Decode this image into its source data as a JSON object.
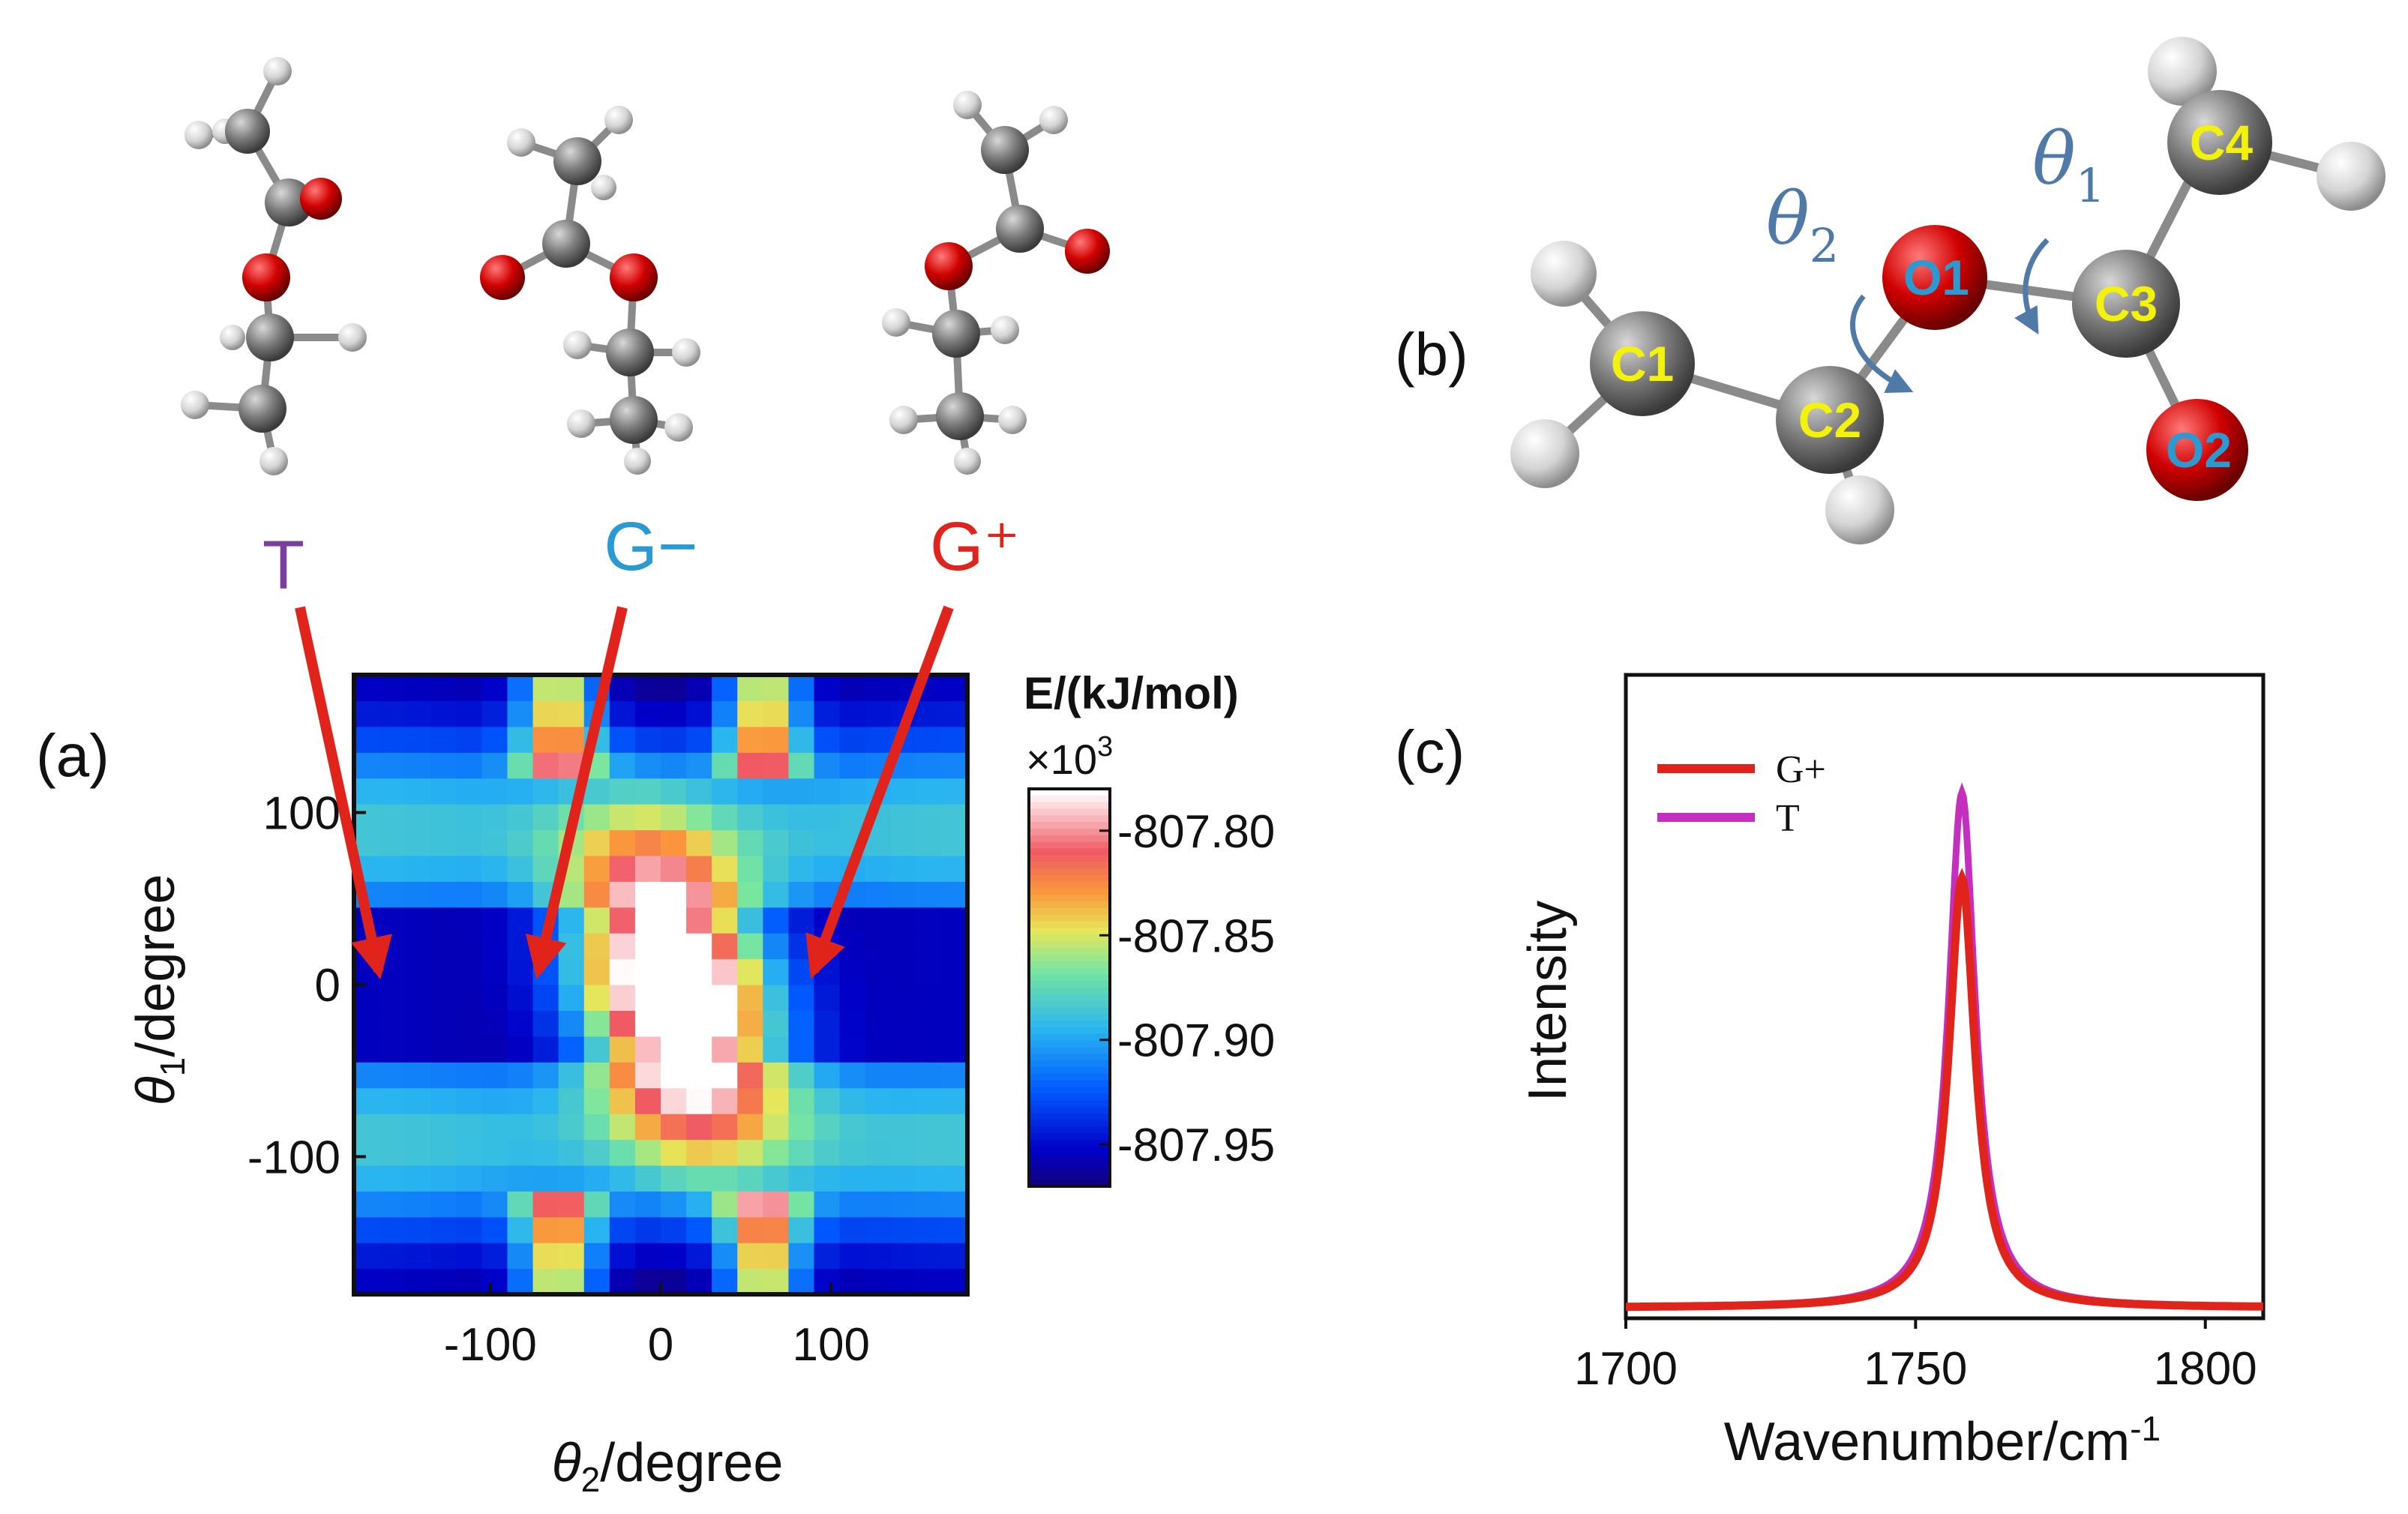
{
  "panels": {
    "a": "(a)",
    "b": "(b)",
    "c": "(c)"
  },
  "conformers": [
    {
      "label": "T",
      "color": "#7a3f9d"
    },
    {
      "label": "G−",
      "color": "#2a9bd2"
    },
    {
      "label": "G⁺",
      "color": "#e0241b"
    }
  ],
  "molecule_b": {
    "atoms": [
      "C1",
      "C2",
      "O1",
      "C3",
      "O2",
      "C4"
    ],
    "theta1": "θ1",
    "theta2": "θ2",
    "label_color": "#f2f20a",
    "oxygen_label_color": "#2a9bd2",
    "theta_color": "#4f79a6"
  },
  "chart_data": [
    {
      "type": "heatmap",
      "xlabel": "θ2/degree",
      "ylabel": "θ1/degree",
      "xlim": [
        -180,
        180
      ],
      "ylim": [
        -180,
        180
      ],
      "xticks": [
        -100,
        0,
        100
      ],
      "yticks": [
        100,
        0,
        -100
      ],
      "xtick_labels": [
        "-100",
        "0",
        "100"
      ],
      "ytick_labels": [
        "100",
        "0",
        "-100"
      ],
      "colorbar": {
        "title": "E/(kJ/mol)",
        "multiplier": "×10",
        "multiplier_exp": "3",
        "range": [
          -807.97,
          -807.78
        ],
        "ticks": [
          -807.8,
          -807.85,
          -807.9,
          -807.95
        ],
        "tick_labels": [
          "-807.80",
          "-807.85",
          "-807.90",
          "-807.95"
        ]
      },
      "markers": [
        {
          "name": "T",
          "theta2": -165,
          "theta1": 5
        },
        {
          "name": "G−",
          "theta2": -75,
          "theta1": 5
        },
        {
          "name": "G⁺",
          "theta2": 90,
          "theta1": 5
        }
      ]
    },
    {
      "type": "line",
      "xlabel": "Wavenumber/cm",
      "xlabel_sup": "-1",
      "ylabel": "Intensity",
      "xlim": [
        1700,
        1810
      ],
      "xticks": [
        1700,
        1750,
        1800
      ],
      "xtick_labels": [
        "1700",
        "1750",
        "1800"
      ],
      "legend_position": "top-left",
      "series": [
        {
          "name": "G+",
          "color": "#e0241b",
          "center": 1758,
          "hwhm": 2.8,
          "peak": 0.7
        },
        {
          "name": "T",
          "color": "#c42fbf",
          "center": 1758,
          "hwhm": 2.8,
          "peak": 0.84
        }
      ]
    }
  ]
}
